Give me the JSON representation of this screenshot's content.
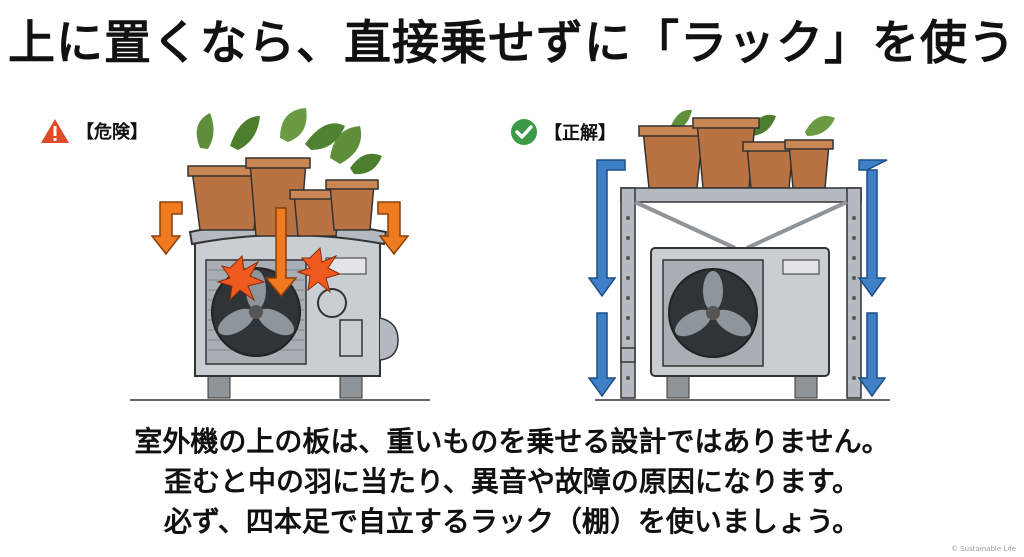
{
  "title": "上に置くなら、直接乗せずに「ラック」を使う",
  "labels": {
    "danger": "【危険】",
    "correct": "【正解】"
  },
  "icons": {
    "danger": "warning-triangle-icon",
    "correct": "check-circle-icon"
  },
  "caption": [
    "室外機の上の板は、重いものを乗せる設計ではありません。",
    "歪むと中の羽に当たり、異音や故障の原因になります。",
    "必ず、四本足で自立するラック（棚）を使いましょう。"
  ],
  "footer": "© Sustainable Life",
  "colors": {
    "danger_red": "#e04a2a",
    "orange_arrow": "#ef7a1f",
    "correct_green": "#3a9a45",
    "blue_arrow": "#3f7fc6",
    "unit_gray": "#c9ced3",
    "pot_brown": "#b97343"
  }
}
